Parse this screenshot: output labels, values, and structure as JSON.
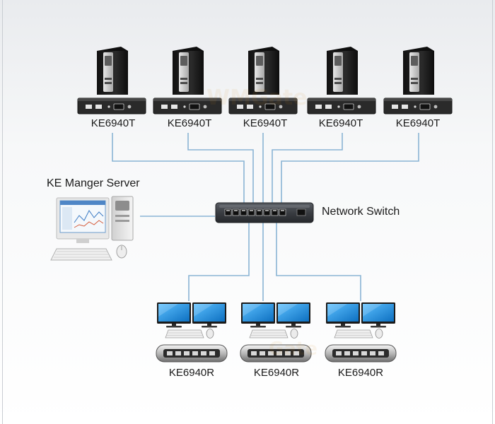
{
  "diagram": {
    "transmitters": [
      {
        "label": "KE6940T"
      },
      {
        "label": "KE6940T"
      },
      {
        "label": "KE6940T"
      },
      {
        "label": "KE6940T"
      },
      {
        "label": "KE6940T"
      }
    ],
    "server": {
      "label": "KE Manger Server"
    },
    "switch": {
      "label": "Network Switch"
    },
    "receivers": [
      {
        "label": "KE6940R"
      },
      {
        "label": "KE6940R"
      },
      {
        "label": "KE6940R"
      }
    ],
    "colors": {
      "cable": "#8ab4d4",
      "device_dark": "#2a2a2a",
      "tower": "#1e1e1e",
      "monitor_screen": "#2a8fd6",
      "switch_body": "#3a3d42"
    }
  }
}
